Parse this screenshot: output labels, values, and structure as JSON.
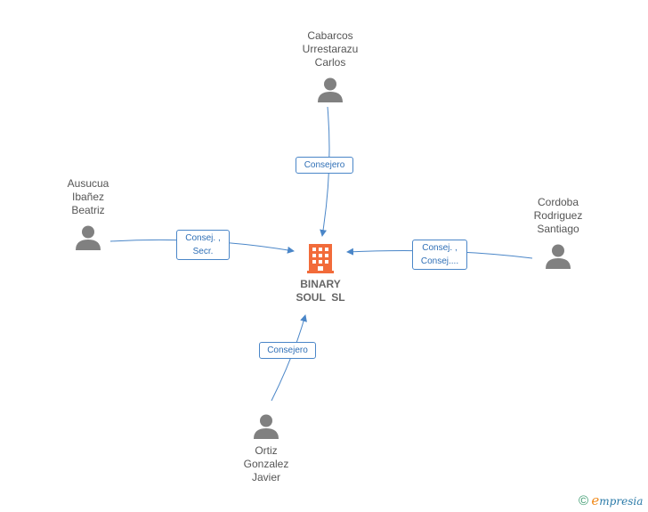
{
  "company": {
    "name_lines": [
      "BINARY",
      "SOUL  SL"
    ],
    "icon": "building-icon",
    "color": "#f26b3a"
  },
  "people": [
    {
      "id": "cabarcos",
      "name_lines": [
        "Cabarcos",
        "Urrestarazu",
        "Carlos"
      ],
      "icon": "person-icon"
    },
    {
      "id": "ausucua",
      "name_lines": [
        "Ausucua",
        "Ibañez",
        "Beatriz"
      ],
      "icon": "person-icon"
    },
    {
      "id": "cordoba",
      "name_lines": [
        "Cordoba",
        "Rodriguez",
        "Santiago"
      ],
      "icon": "person-icon"
    },
    {
      "id": "ortiz",
      "name_lines": [
        "Ortiz",
        "Gonzalez",
        "Javier"
      ],
      "icon": "person-icon"
    }
  ],
  "relations": [
    {
      "from": "cabarcos",
      "label_lines": [
        "Consejero"
      ]
    },
    {
      "from": "ausucua",
      "label_lines": [
        "Consej. ,",
        "Secr."
      ]
    },
    {
      "from": "cordoba",
      "label_lines": [
        "Consej. ,",
        "Consej...."
      ]
    },
    {
      "from": "ortiz",
      "label_lines": [
        "Consejero"
      ]
    }
  ],
  "footer": {
    "copyright_symbol": "©",
    "brand_initial": "e",
    "brand_rest": "mpresia"
  },
  "colors": {
    "edge": "#4a86c8",
    "person": "#808080",
    "company": "#f26b3a"
  }
}
